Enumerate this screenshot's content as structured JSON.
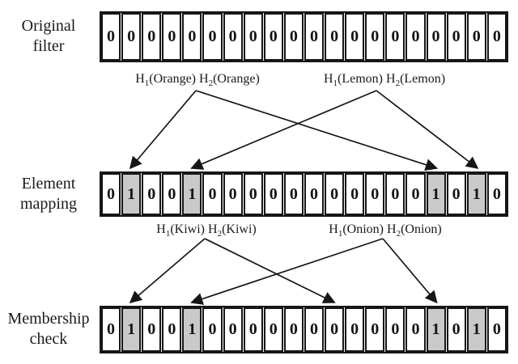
{
  "figure": {
    "colors": {
      "background": "#ffffff",
      "stroke": "#161616",
      "cell_fill": "#ffffff",
      "shaded_cell_fill": "#c9c9c9",
      "text": "#1a1a1a"
    },
    "rows": [
      {
        "id": "original",
        "label_lines": [
          "Original",
          "filter"
        ],
        "bits": [
          "0",
          "0",
          "0",
          "0",
          "0",
          "0",
          "0",
          "0",
          "0",
          "0",
          "0",
          "0",
          "0",
          "0",
          "0",
          "0",
          "0",
          "0",
          "0",
          "0"
        ],
        "shaded_indices": []
      },
      {
        "id": "mapping",
        "label_lines": [
          "Element",
          "mapping"
        ],
        "bits": [
          "0",
          "1",
          "0",
          "0",
          "1",
          "0",
          "0",
          "0",
          "0",
          "0",
          "0",
          "0",
          "0",
          "0",
          "0",
          "0",
          "1",
          "0",
          "1",
          "0"
        ],
        "shaded_indices": [
          1,
          4,
          16,
          18
        ]
      },
      {
        "id": "check",
        "label_lines": [
          "Membership",
          "check"
        ],
        "bits": [
          "0",
          "1",
          "0",
          "0",
          "1",
          "0",
          "0",
          "0",
          "0",
          "0",
          "0",
          "0",
          "0",
          "0",
          "0",
          "0",
          "1",
          "0",
          "1",
          "0"
        ],
        "shaded_indices": [
          1,
          4,
          16,
          18
        ]
      }
    ],
    "hash_labels": [
      {
        "id": "orange",
        "parts": [
          {
            "t": "H"
          },
          {
            "t": "1",
            "sub": true
          },
          {
            "t": "(Orange) "
          },
          {
            "t": "H"
          },
          {
            "t": "2",
            "sub": true
          },
          {
            "t": "(Orange)"
          }
        ],
        "target_row": "mapping",
        "target_cells": [
          1,
          16
        ]
      },
      {
        "id": "lemon",
        "parts": [
          {
            "t": "H"
          },
          {
            "t": "1",
            "sub": true
          },
          {
            "t": "(Lemon) "
          },
          {
            "t": "H"
          },
          {
            "t": "2",
            "sub": true
          },
          {
            "t": "(Lemon)"
          }
        ],
        "target_row": "mapping",
        "target_cells": [
          4,
          18
        ]
      },
      {
        "id": "kiwi",
        "parts": [
          {
            "t": "H"
          },
          {
            "t": "1",
            "sub": true
          },
          {
            "t": "(Kiwi) "
          },
          {
            "t": "H"
          },
          {
            "t": "2",
            "sub": true
          },
          {
            "t": "(Kiwi)"
          }
        ],
        "target_row": "check",
        "target_cells": [
          1,
          11
        ]
      },
      {
        "id": "onion",
        "parts": [
          {
            "t": "H"
          },
          {
            "t": "1",
            "sub": true
          },
          {
            "t": "(Onion) "
          },
          {
            "t": "H"
          },
          {
            "t": "2",
            "sub": true
          },
          {
            "t": "(Onion)"
          }
        ],
        "target_row": "check",
        "target_cells": [
          4,
          16
        ]
      }
    ]
  }
}
